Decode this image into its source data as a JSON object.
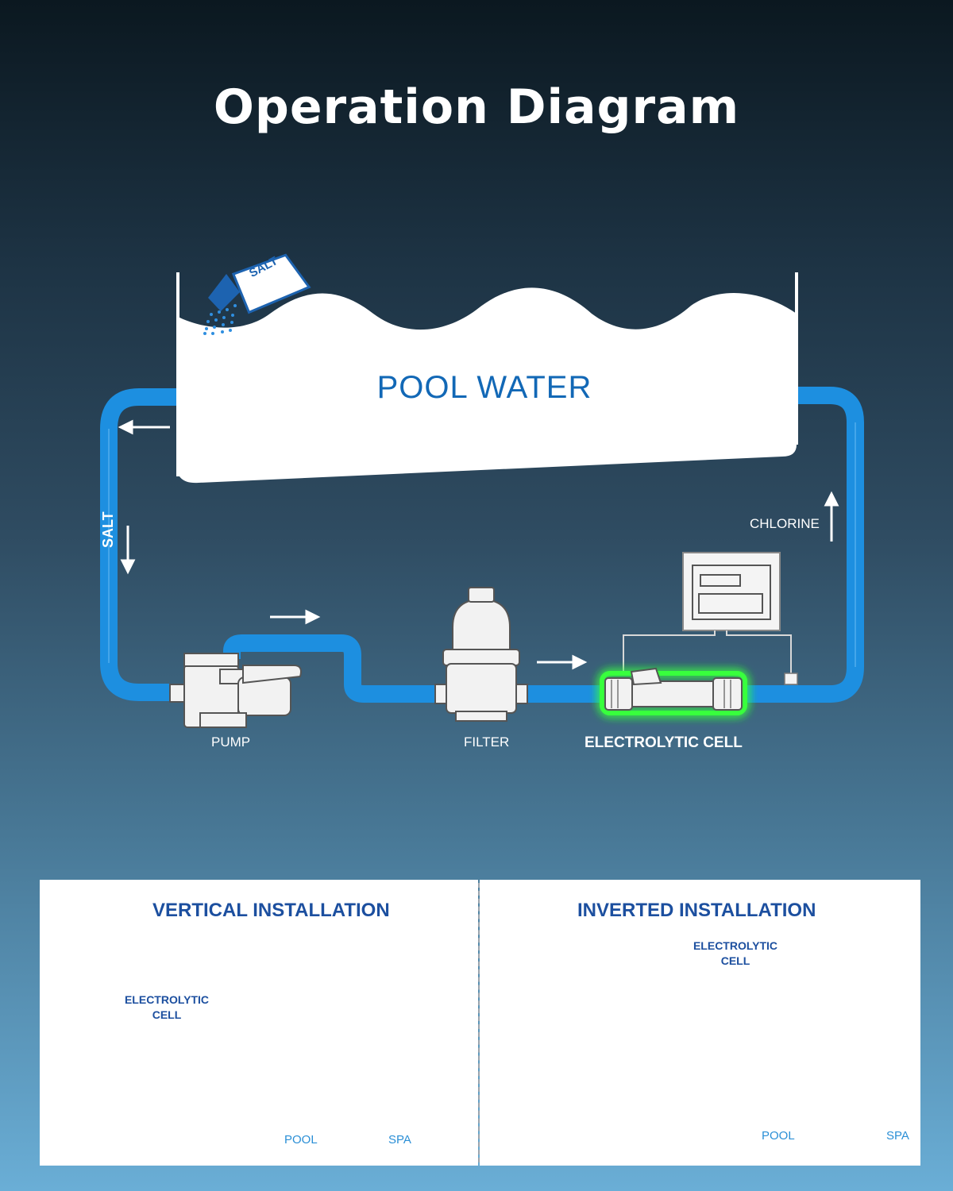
{
  "title": "Operation Diagram",
  "pool": {
    "label": "POOL WATER",
    "salt_bag": "SALT"
  },
  "flow_labels": {
    "salt": "SALT",
    "chlorine": "CHLORINE"
  },
  "components": {
    "pump": "PUMP",
    "filter": "FILTER",
    "cell": "ELECTROLYTIC CELL"
  },
  "vertical": {
    "title": "VERTICAL INSTALLATION",
    "cell_line1": "ELECTROLYTIC",
    "cell_line2": "CELL",
    "pool": "POOL",
    "spa": "SPA"
  },
  "inverted": {
    "title": "INVERTED INSTALLATION",
    "cell_line1": "ELECTROLYTIC",
    "cell_line2": "CELL",
    "pool": "POOL",
    "spa": "SPA"
  },
  "colors": {
    "pipe": "#1d8fe0",
    "glow": "#39ff3c",
    "text_blue": "#1c4f9f"
  }
}
